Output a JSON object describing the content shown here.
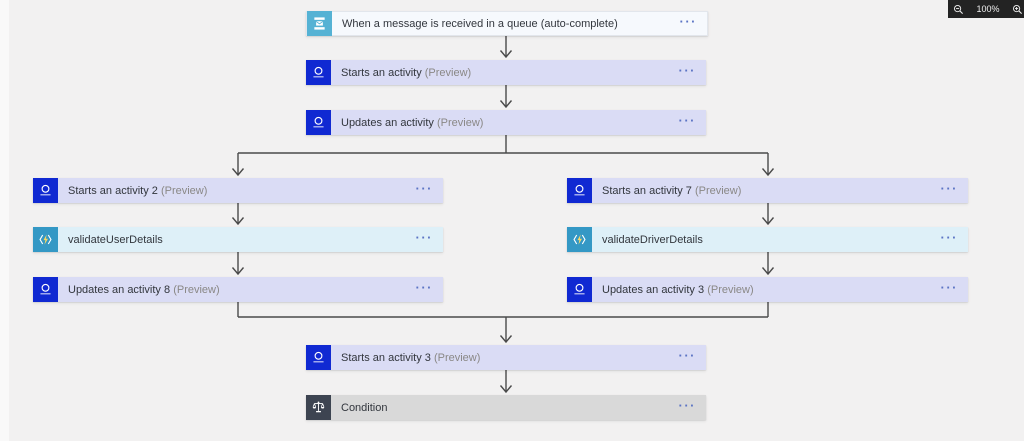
{
  "canvas": {
    "background": "#f2f1f1"
  },
  "ui": {
    "menu_ellipsis": "···"
  },
  "zoom_toolbar": {
    "zoom_level": "100%",
    "zoom_out_icon": "magnifier-minus",
    "zoom_in_icon": "magnifier-plus",
    "background": "#232323"
  },
  "colors": {
    "canvas": "#f2f1f1",
    "activity_node_bg": "#dadcf5",
    "function_node_bg": "#def0f8",
    "trigger_node_bg": "#f6f9fd",
    "condition_node_bg": "#d9d9d9",
    "activity_icon": "#1029d2",
    "function_icon": "#3498c5",
    "trigger_icon": "#55b2d4",
    "condition_icon": "#3d4451",
    "connector": "#4a4a4a"
  },
  "nodes": [
    {
      "label": "When a message is received in a queue (auto-complete)",
      "preview": "",
      "kind": "trigger",
      "icon": "service-bus-queue-icon"
    },
    {
      "label": "Starts an activity",
      "preview": "(Preview)",
      "kind": "activity",
      "icon": "activity-icon"
    },
    {
      "label": "Updates an activity",
      "preview": "(Preview)",
      "kind": "activity",
      "icon": "activity-icon"
    },
    {
      "label": "Starts an activity 2",
      "preview": "(Preview)",
      "kind": "activity",
      "icon": "activity-icon"
    },
    {
      "label": "Starts an activity 7",
      "preview": "(Preview)",
      "kind": "activity",
      "icon": "activity-icon"
    },
    {
      "label": "validateUserDetails",
      "preview": "",
      "kind": "function",
      "icon": "azure-function-icon"
    },
    {
      "label": "validateDriverDetails",
      "preview": "",
      "kind": "function",
      "icon": "azure-function-icon"
    },
    {
      "label": "Updates an activity 8",
      "preview": "(Preview)",
      "kind": "activity",
      "icon": "activity-icon"
    },
    {
      "label": "Updates an activity 3",
      "preview": "(Preview)",
      "kind": "activity",
      "icon": "activity-icon"
    },
    {
      "label": "Starts an activity 3",
      "preview": "(Preview)",
      "kind": "activity",
      "icon": "activity-icon"
    },
    {
      "label": "Condition",
      "preview": "",
      "kind": "condition",
      "icon": "condition-icon"
    }
  ]
}
